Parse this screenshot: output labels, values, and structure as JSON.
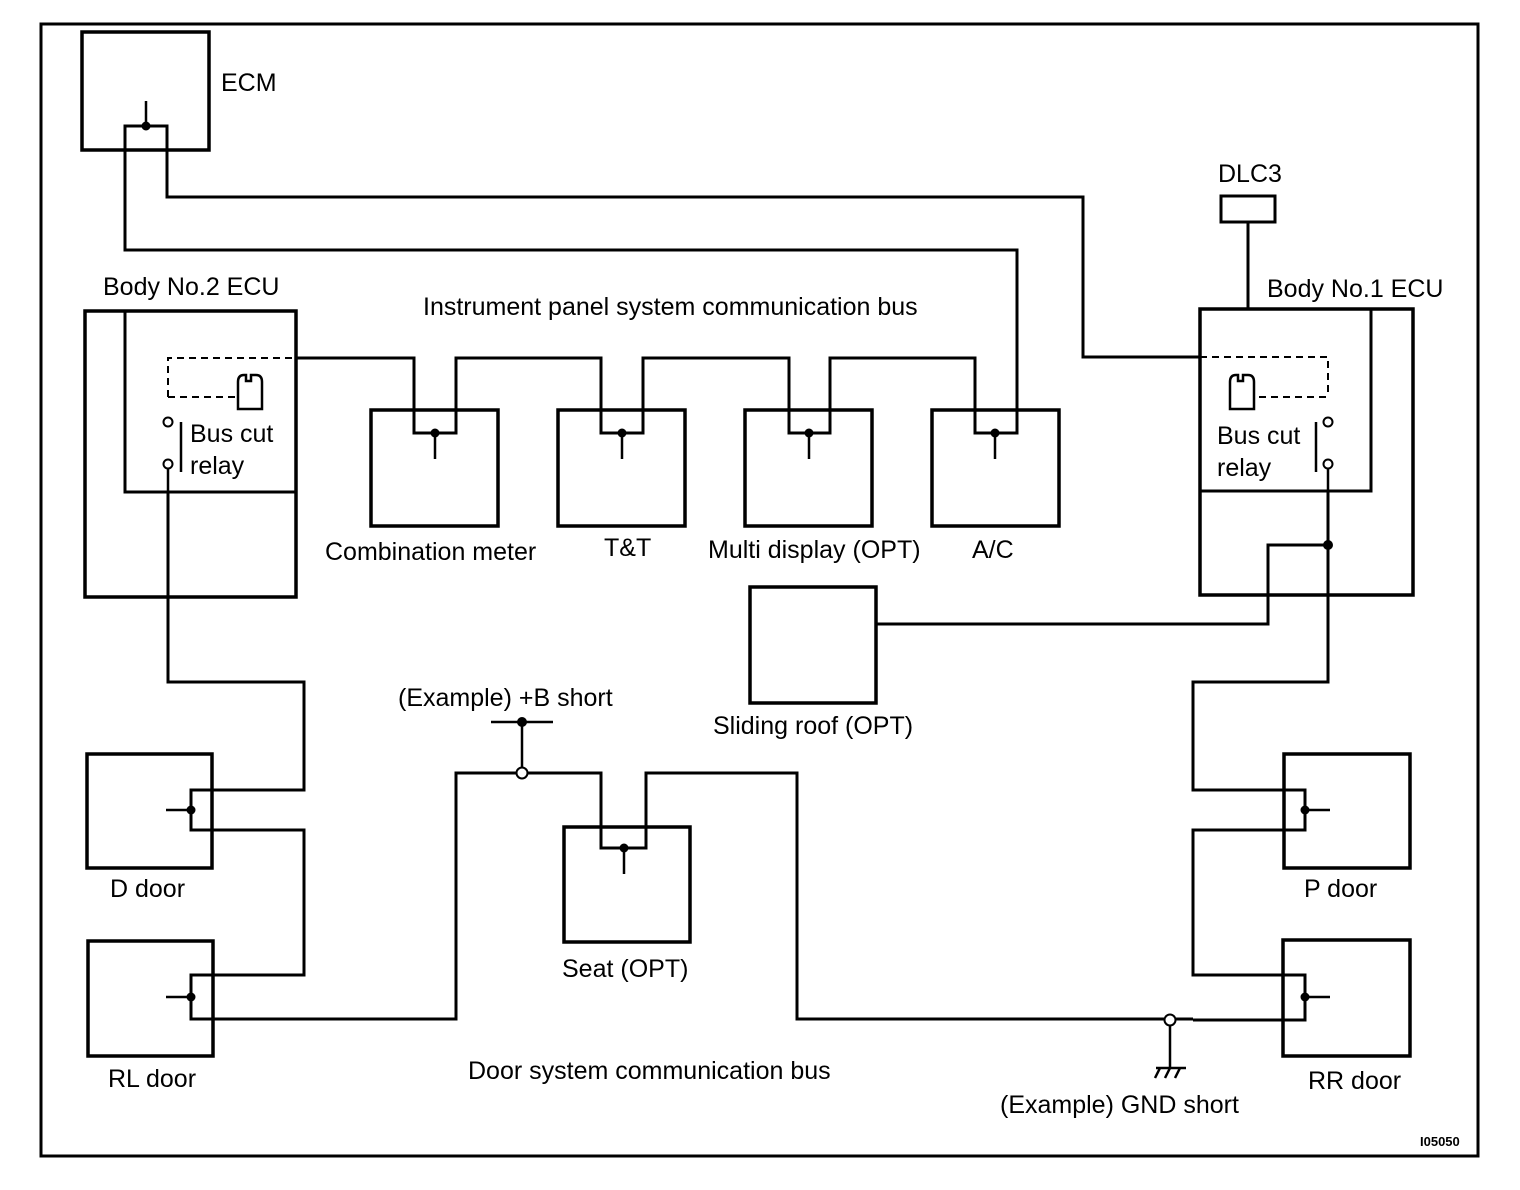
{
  "labels": {
    "ecm": "ECM",
    "dlc3": "DLC3",
    "body2": "Body No.2 ECU",
    "body1": "Body No.1 ECU",
    "ip_bus": "Instrument panel system communication bus",
    "bus_cut_left_1": "Bus cut",
    "bus_cut_left_2": "relay",
    "bus_cut_right_1": "Bus cut",
    "bus_cut_right_2": "relay",
    "combo": "Combination meter",
    "tt": "T&T",
    "multi": "Multi display (OPT)",
    "ac": "A/C",
    "sliding": "Sliding roof (OPT)",
    "b_short": "(Example) +B short",
    "d_door": "D door",
    "rl_door": "RL door",
    "seat": "Seat (OPT)",
    "door_bus": "Door system communication bus",
    "gnd_short": "(Example) GND short",
    "p_door": "P door",
    "rr_door": "RR door",
    "fig_code": "I05050"
  }
}
